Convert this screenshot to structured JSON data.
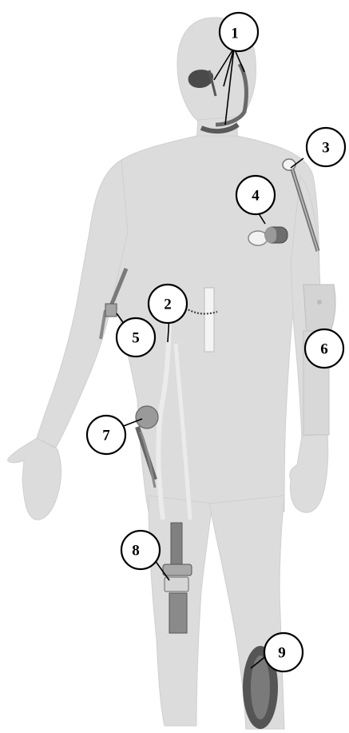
{
  "figure": {
    "colors": {
      "body": "#dcdcdc",
      "body_outline": "#c8c8c8",
      "implant_dark": "#4a4a4a",
      "implant_mid": "#8a8a8a",
      "implant_light": "#f0f0f0"
    },
    "callouts": [
      {
        "label": "1"
      },
      {
        "label": "2"
      },
      {
        "label": "3"
      },
      {
        "label": "4"
      },
      {
        "label": "5"
      },
      {
        "label": "6"
      },
      {
        "label": "7"
      },
      {
        "label": "8"
      },
      {
        "label": "9"
      }
    ]
  }
}
